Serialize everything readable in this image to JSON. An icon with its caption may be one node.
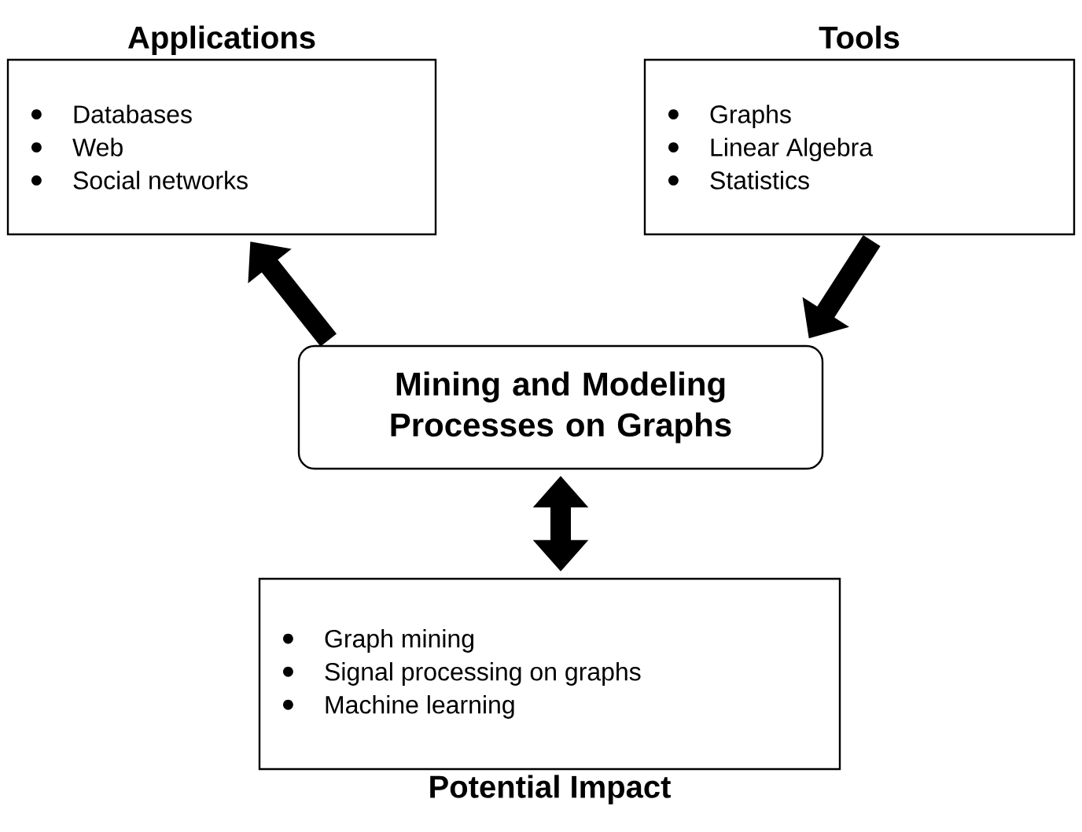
{
  "diagram": {
    "nodes": [
      {
        "text": [
          "Applications",
          "Databases",
          "Web",
          "Social networks"
        ]
      },
      {
        "text": [
          "Tools",
          "Graphs",
          "Linear Algebra",
          "Statistics"
        ]
      },
      {
        "text": [
          "Mining and Modeling Processes on Graphs"
        ]
      },
      {
        "text": [
          "Graph mining",
          "Signal processing on graphs",
          "Machine learning",
          "Potential Impact"
        ]
      }
    ],
    "edges": [
      {
        "from": 2,
        "to": 0,
        "arrow": "to"
      },
      {
        "from": 1,
        "to": 2,
        "arrow": "to"
      },
      {
        "from": 2,
        "to": 3,
        "arrow": "both"
      }
    ]
  }
}
